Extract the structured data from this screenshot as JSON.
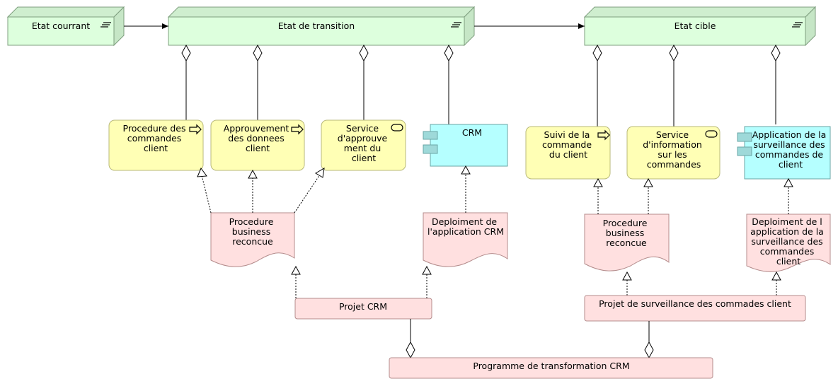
{
  "plateaus": {
    "current": "Etat courrant",
    "transition": "Etat de transition",
    "target": "Etat cible"
  },
  "elements": {
    "procedure_commandes": [
      "Procedure des",
      "commandes",
      "client"
    ],
    "approuvement": [
      "Approuvement",
      "des donnees",
      "client"
    ],
    "service_approuvement": [
      "Service",
      "d'approuve",
      "ment du",
      "client"
    ],
    "crm": [
      "CRM"
    ],
    "suivi_commande": [
      "Suivi de la",
      "commande",
      "du client"
    ],
    "service_information": [
      "Service",
      "d'information",
      "sur les",
      "commandes"
    ],
    "app_surveillance": [
      "Application de la",
      "surveillance des",
      "commandes de",
      "client"
    ],
    "procedure_business_1": [
      "Procedure",
      "business",
      "reconcue"
    ],
    "deploiement_crm": [
      "Deploiment de",
      "l'application CRM"
    ],
    "procedure_business_2": [
      "Procedure",
      "business",
      "reconcue"
    ],
    "deploiement_surveillance": [
      "Deploiment de l",
      "application de la",
      "surveillance des",
      "commandes",
      "client"
    ],
    "projet_crm": "Projet CRM",
    "projet_surveillance": "Projet de surveillance des commades client",
    "programme": "Programme de transformation CRM"
  },
  "colors": {
    "plateau": "#ddffdd",
    "business": "#ffffb5",
    "application": "#b5ffff",
    "implementation": "#ffe0e0"
  },
  "icons": {
    "plateau": "plateau-icon",
    "process": "process-arrow-icon",
    "service": "service-icon",
    "component": "component-icon"
  }
}
